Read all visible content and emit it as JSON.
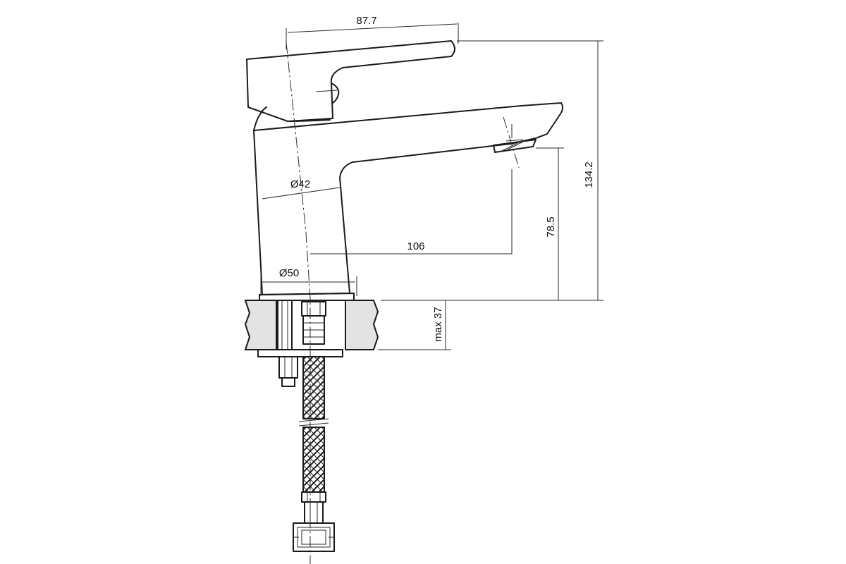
{
  "colors": {
    "line": "#1a1a1a",
    "background": "#ffffff",
    "stone": "#e3e3e3"
  },
  "dimensions": {
    "lever_reach": "87.7",
    "body_diameter": "Ø42",
    "base_diameter": "Ø50",
    "spout_reach": "106",
    "spout_height": "78.5",
    "total_height": "134.2",
    "max_counter_thickness": "max 37"
  }
}
